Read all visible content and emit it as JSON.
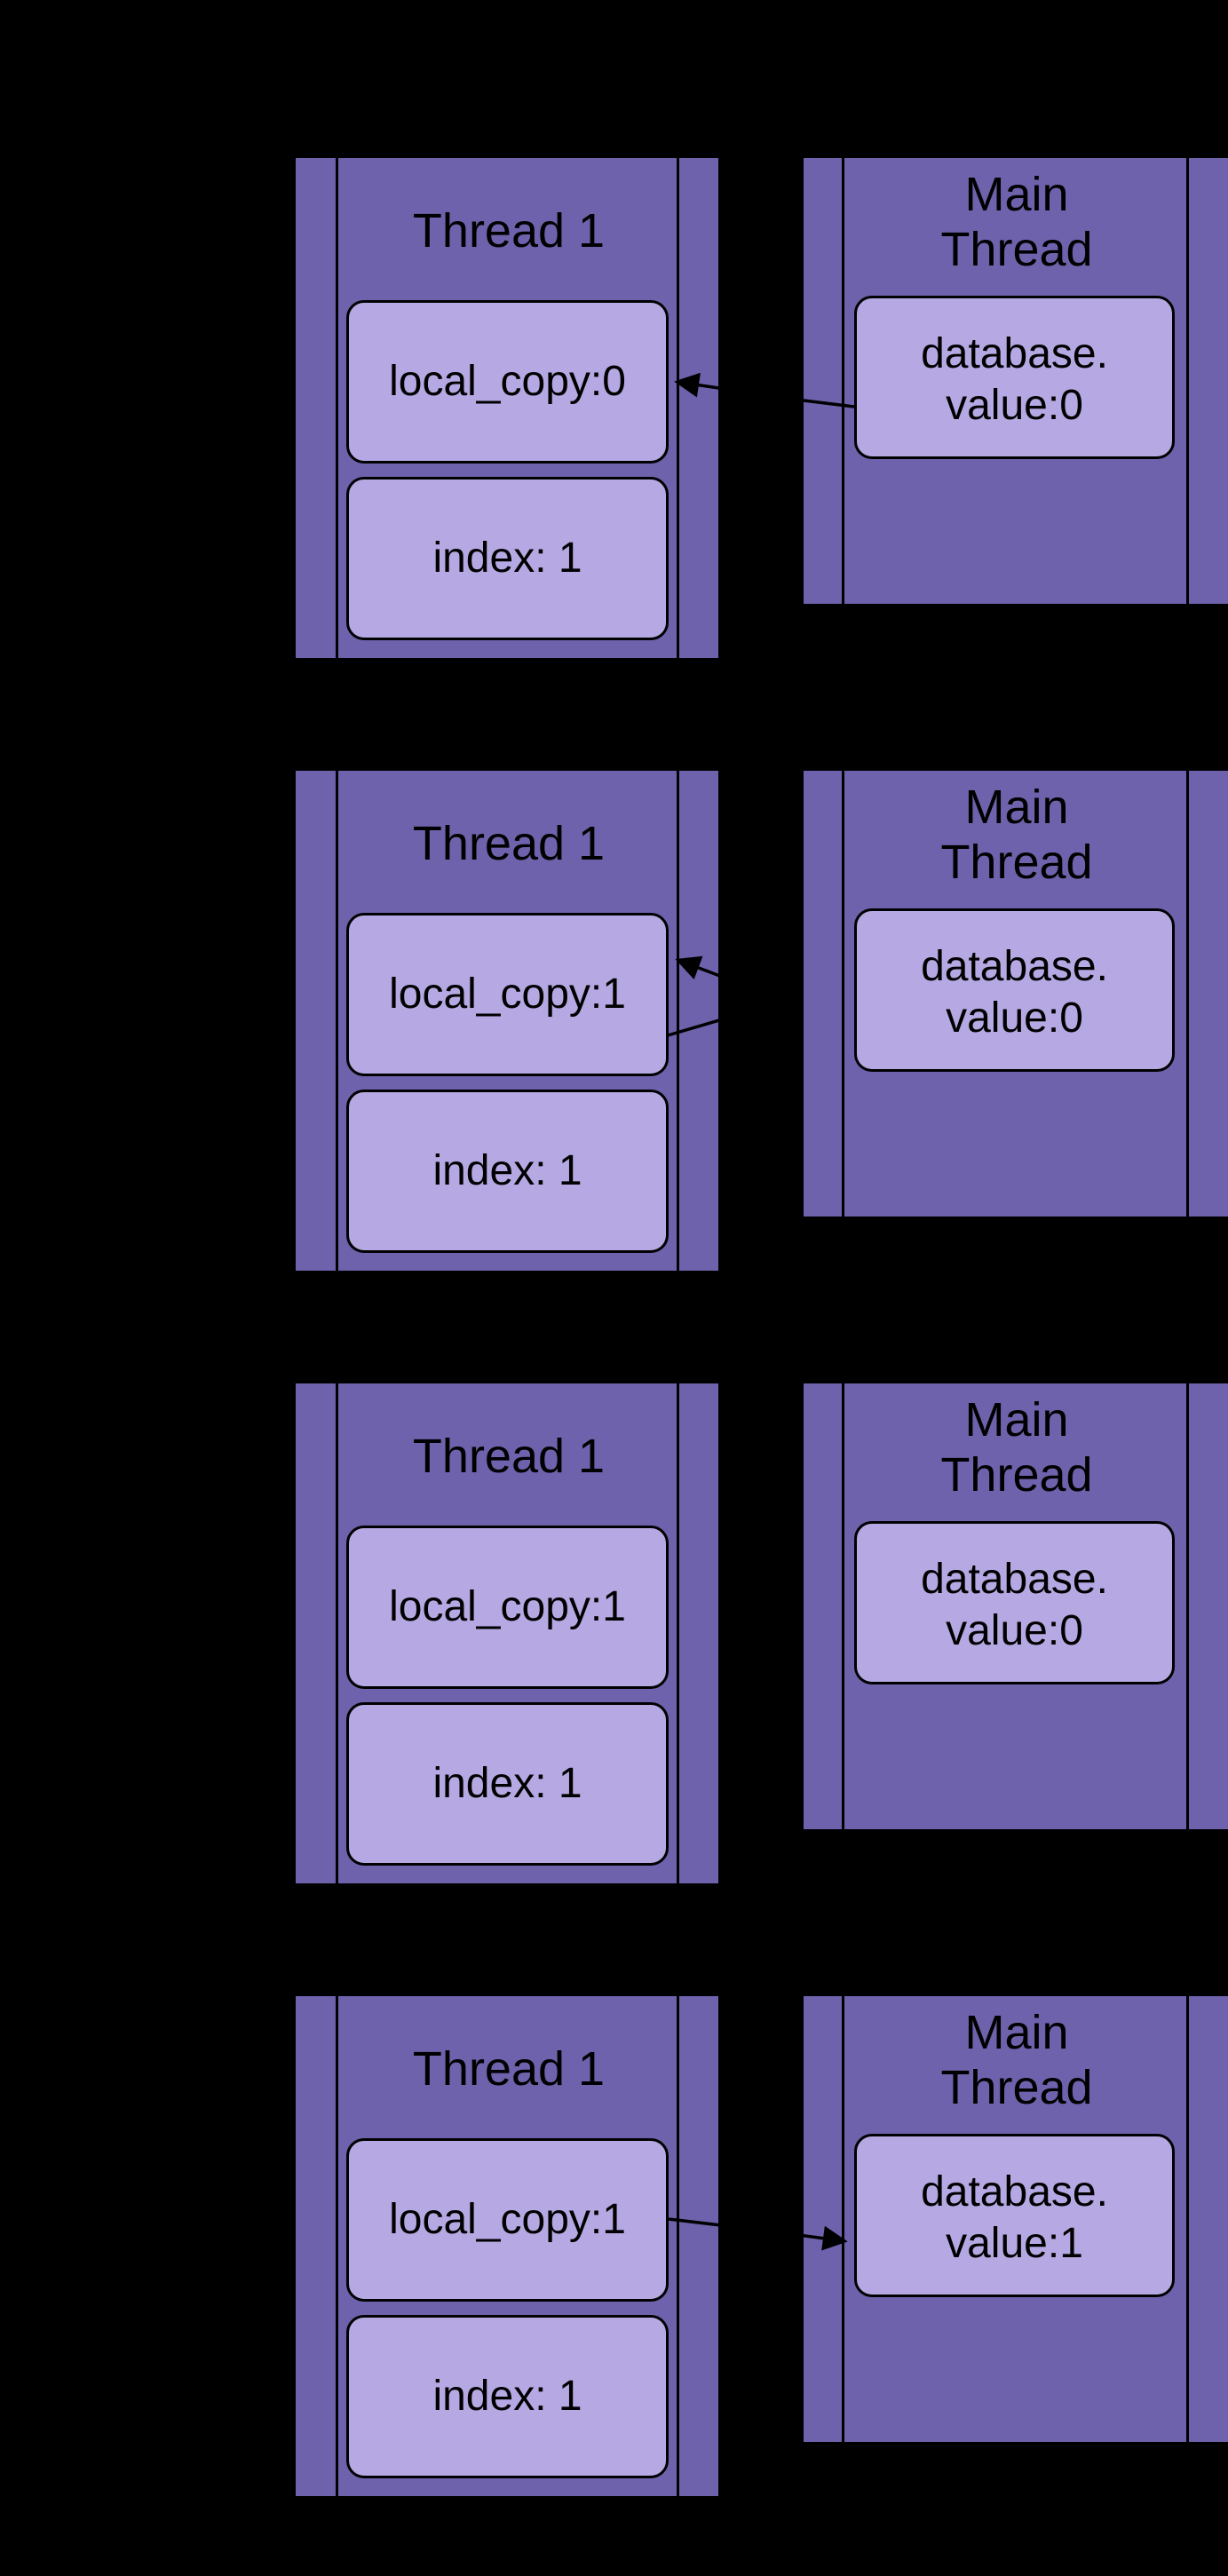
{
  "diagram": {
    "description": "Race condition between two threads sharing a database value",
    "background": "#000000"
  },
  "colors": {
    "panel_fill": "#6E62AC",
    "box_fill": "#B6A9E3",
    "outline": "#000000",
    "text": "#000000"
  },
  "rows": [
    {
      "thread": {
        "title": "Thread 1",
        "local_copy": "local_copy:0",
        "index": "index: 1"
      },
      "main": {
        "title_line1": "Main",
        "title_line2": "Thread",
        "value_line1": "database.",
        "value_line2": "value:0"
      },
      "arrow": "read-database-value-into-local-copy"
    },
    {
      "thread": {
        "title": "Thread 1",
        "local_copy": "local_copy:1",
        "index": "index: 1"
      },
      "main": {
        "title_line1": "Main",
        "title_line2": "Thread",
        "value_line1": "database.",
        "value_line2": "value:0"
      },
      "arrow": "increment-local-copy-loop"
    },
    {
      "thread": {
        "title": "Thread 1",
        "local_copy": "local_copy:1",
        "index": "index: 1"
      },
      "main": {
        "title_line1": "Main",
        "title_line2": "Thread",
        "value_line1": "database.",
        "value_line2": "value:0"
      },
      "arrow": "none"
    },
    {
      "thread": {
        "title": "Thread 1",
        "local_copy": "local_copy:1",
        "index": "index: 1"
      },
      "main": {
        "title_line1": "Main",
        "title_line2": "Thread",
        "value_line1": "database.",
        "value_line2": "value:1"
      },
      "arrow": "write-local-copy-to-database-value"
    }
  ]
}
